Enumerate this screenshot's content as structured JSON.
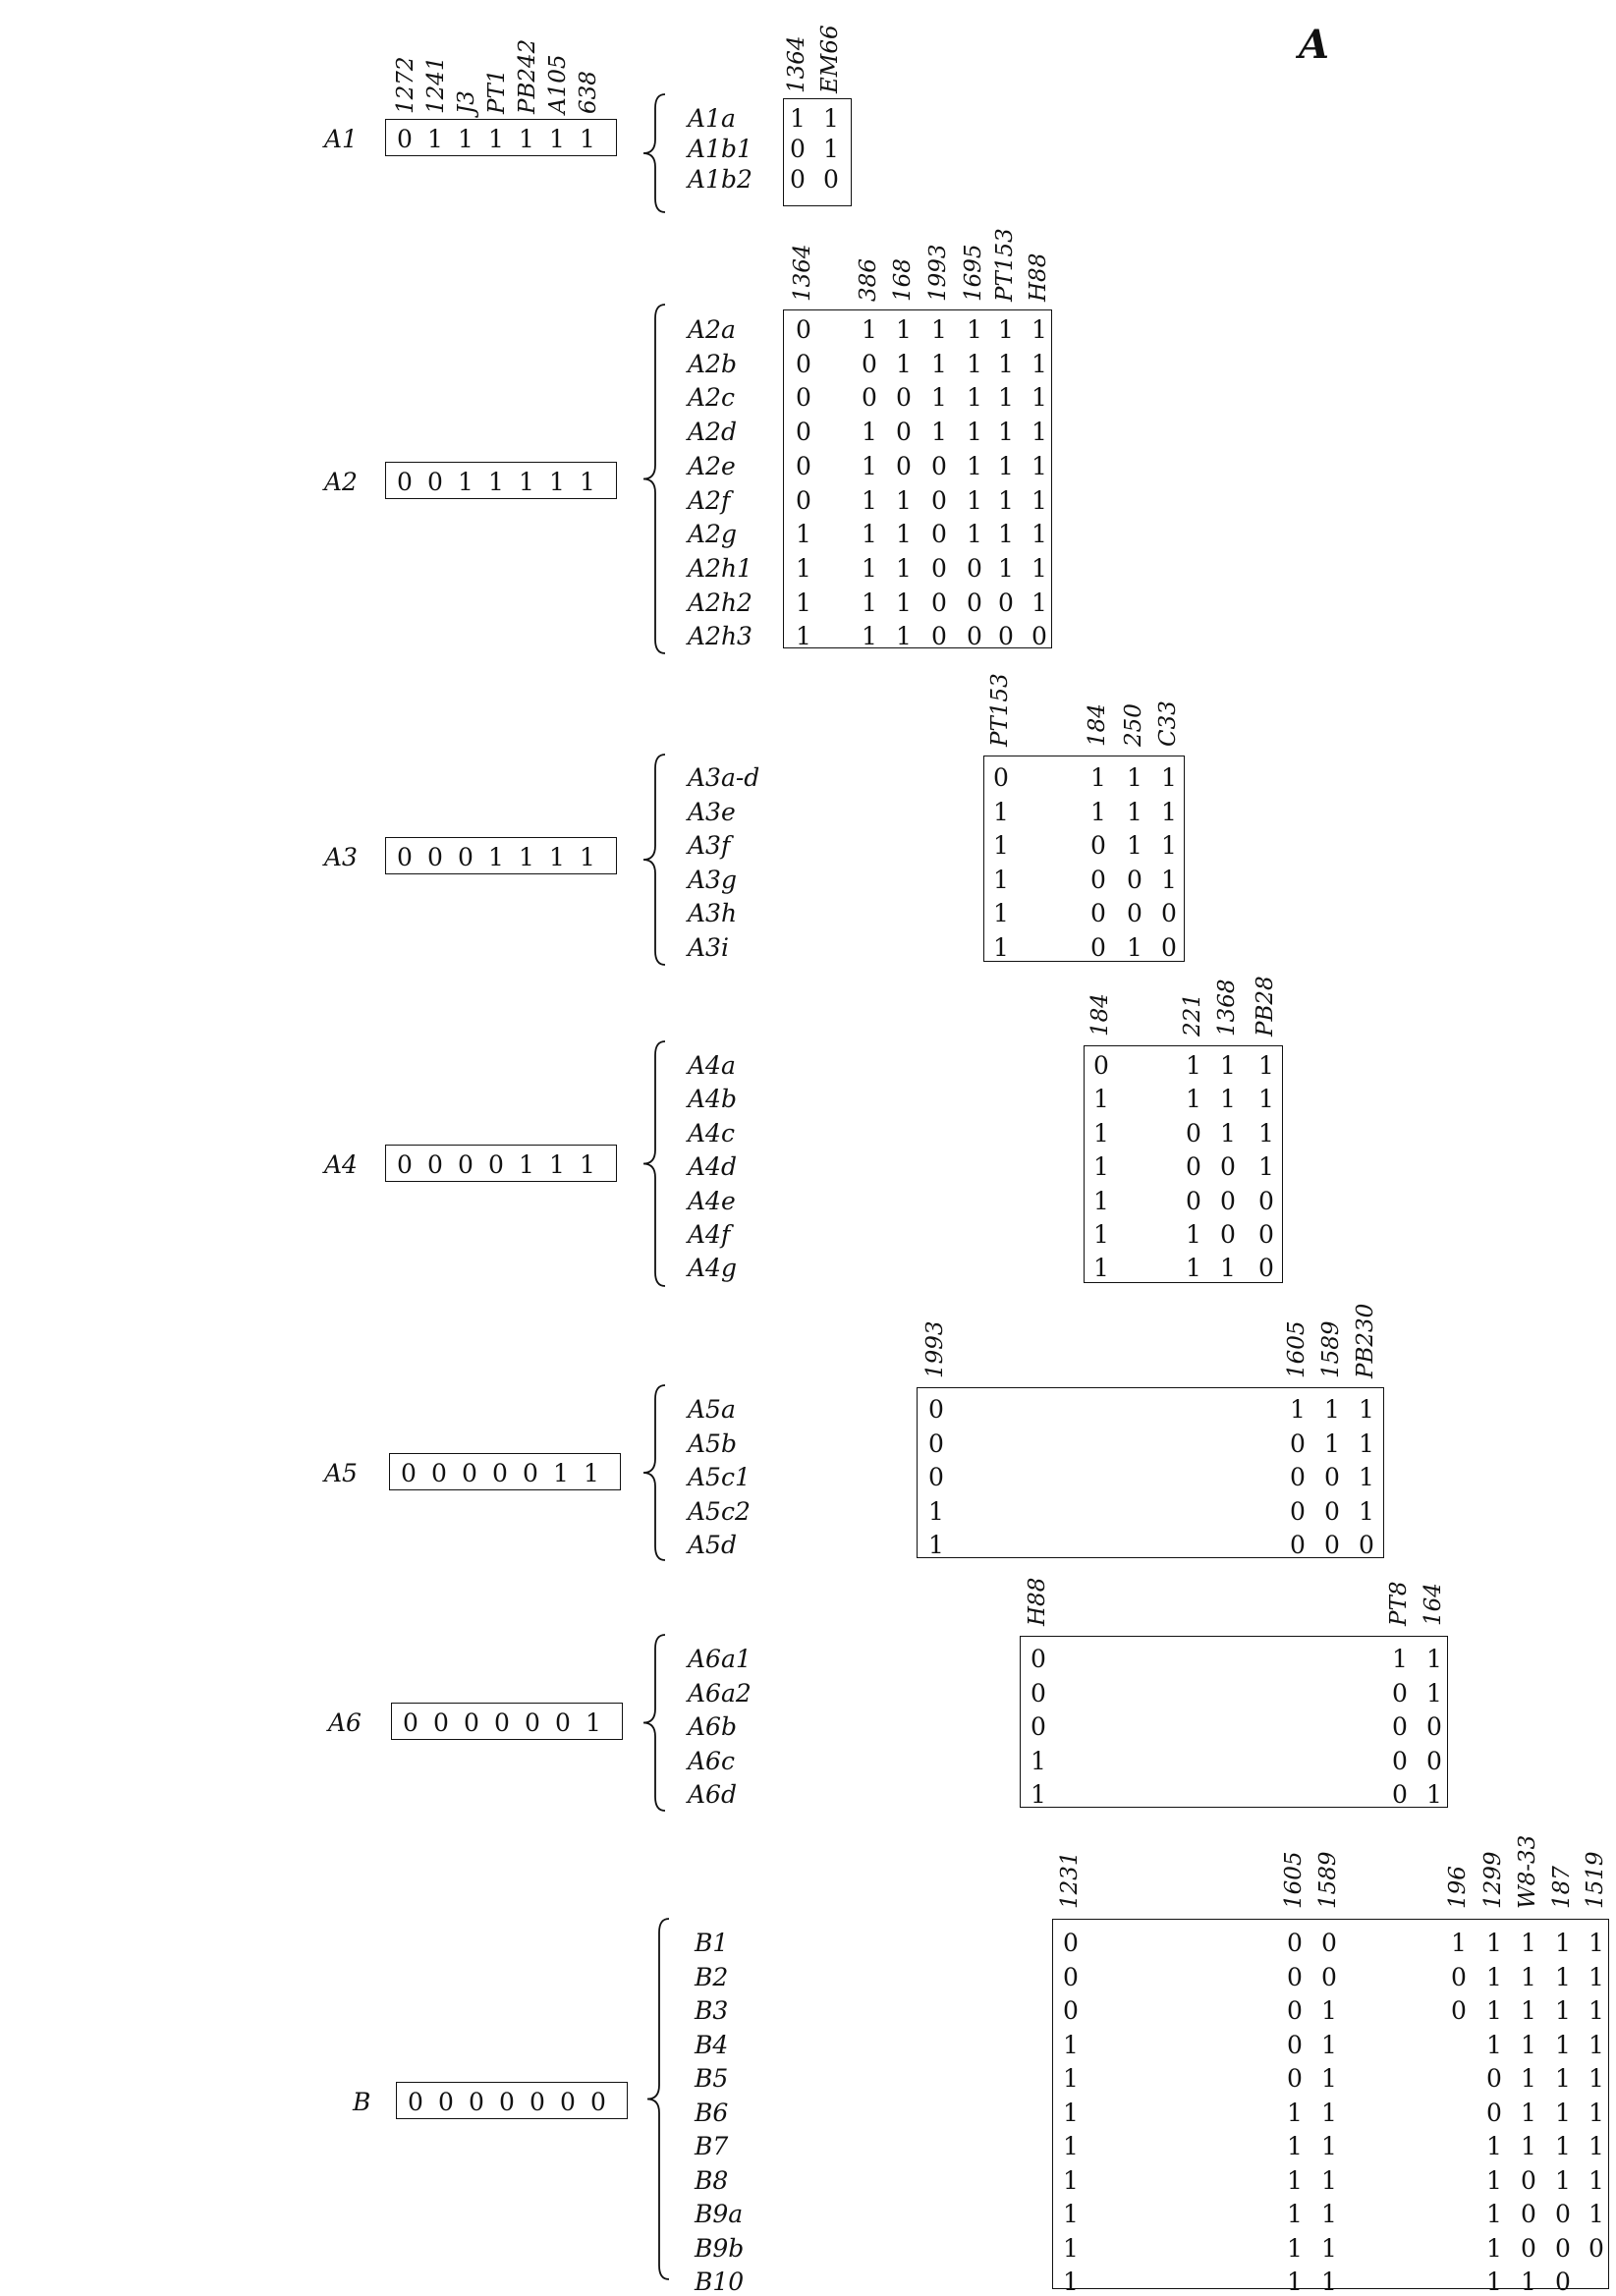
{
  "figure_letter": "A",
  "groups": [
    {
      "id": "A1",
      "parent": {
        "label": "A1",
        "bits": "0111111"
      },
      "parent_columns": [
        "1272",
        "1241",
        "J3",
        "PT1",
        "PB242",
        "A105",
        "638"
      ],
      "columns": [
        "1364",
        "EM66"
      ],
      "rows": [
        {
          "label": "A1a",
          "cells": [
            "1",
            "1"
          ]
        },
        {
          "label": "A1b1",
          "cells": [
            "0",
            "1"
          ]
        },
        {
          "label": "A1b2",
          "cells": [
            "0",
            "0"
          ]
        }
      ]
    },
    {
      "id": "A2",
      "parent": {
        "label": "A2",
        "bits": "0011111"
      },
      "columns": [
        "1364",
        "386",
        "168",
        "1993",
        "1695",
        "PT153",
        "H88"
      ],
      "rows": [
        {
          "label": "A2a",
          "cells": [
            "0",
            "1",
            "1",
            "1",
            "1",
            "1",
            "1"
          ]
        },
        {
          "label": "A2b",
          "cells": [
            "0",
            "0",
            "1",
            "1",
            "1",
            "1",
            "1"
          ]
        },
        {
          "label": "A2c",
          "cells": [
            "0",
            "0",
            "0",
            "1",
            "1",
            "1",
            "1"
          ]
        },
        {
          "label": "A2d",
          "cells": [
            "0",
            "1",
            "0",
            "1",
            "1",
            "1",
            "1"
          ]
        },
        {
          "label": "A2e",
          "cells": [
            "0",
            "1",
            "0",
            "0",
            "1",
            "1",
            "1"
          ]
        },
        {
          "label": "A2f",
          "cells": [
            "0",
            "1",
            "1",
            "0",
            "1",
            "1",
            "1"
          ]
        },
        {
          "label": "A2g",
          "cells": [
            "1",
            "1",
            "1",
            "0",
            "1",
            "1",
            "1"
          ]
        },
        {
          "label": "A2h1",
          "cells": [
            "1",
            "1",
            "1",
            "0",
            "0",
            "1",
            "1"
          ]
        },
        {
          "label": "A2h2",
          "cells": [
            "1",
            "1",
            "1",
            "0",
            "0",
            "0",
            "1"
          ]
        },
        {
          "label": "A2h3",
          "cells": [
            "1",
            "1",
            "1",
            "0",
            "0",
            "0",
            "0"
          ]
        }
      ]
    },
    {
      "id": "A3",
      "parent": {
        "label": "A3",
        "bits": "0001111"
      },
      "columns": [
        "PT153",
        "184",
        "250",
        "C33"
      ],
      "rows": [
        {
          "label": "A3a-d",
          "cells": [
            "0",
            "1",
            "1",
            "1"
          ]
        },
        {
          "label": "A3e",
          "cells": [
            "1",
            "1",
            "1",
            "1"
          ]
        },
        {
          "label": "A3f",
          "cells": [
            "1",
            "0",
            "1",
            "1"
          ]
        },
        {
          "label": "A3g",
          "cells": [
            "1",
            "0",
            "0",
            "1"
          ]
        },
        {
          "label": "A3h",
          "cells": [
            "1",
            "0",
            "0",
            "0"
          ]
        },
        {
          "label": "A3i",
          "cells": [
            "1",
            "0",
            "1",
            "0"
          ]
        }
      ]
    },
    {
      "id": "A4",
      "parent": {
        "label": "A4",
        "bits": "0000111"
      },
      "columns": [
        "184",
        "221",
        "1368",
        "PB28"
      ],
      "rows": [
        {
          "label": "A4a",
          "cells": [
            "0",
            "1",
            "1",
            "1"
          ]
        },
        {
          "label": "A4b",
          "cells": [
            "1",
            "1",
            "1",
            "1"
          ]
        },
        {
          "label": "A4c",
          "cells": [
            "1",
            "0",
            "1",
            "1"
          ]
        },
        {
          "label": "A4d",
          "cells": [
            "1",
            "0",
            "0",
            "1"
          ]
        },
        {
          "label": "A4e",
          "cells": [
            "1",
            "0",
            "0",
            "0"
          ]
        },
        {
          "label": "A4f",
          "cells": [
            "1",
            "1",
            "0",
            "0"
          ]
        },
        {
          "label": "A4g",
          "cells": [
            "1",
            "1",
            "1",
            "0"
          ]
        }
      ]
    },
    {
      "id": "A5",
      "parent": {
        "label": "A5",
        "bits": "0000011"
      },
      "columns": [
        "1993",
        "1605",
        "1589",
        "PB230"
      ],
      "rows": [
        {
          "label": "A5a",
          "cells": [
            "0",
            "1",
            "1",
            "1"
          ]
        },
        {
          "label": "A5b",
          "cells": [
            "0",
            "0",
            "1",
            "1"
          ]
        },
        {
          "label": "A5c1",
          "cells": [
            "0",
            "0",
            "0",
            "1"
          ]
        },
        {
          "label": "A5c2",
          "cells": [
            "1",
            "0",
            "0",
            "1"
          ]
        },
        {
          "label": "A5d",
          "cells": [
            "1",
            "0",
            "0",
            "0"
          ]
        }
      ]
    },
    {
      "id": "A6",
      "parent": {
        "label": "A6",
        "bits": "0000001"
      },
      "columns": [
        "H88",
        "PT8",
        "164"
      ],
      "rows": [
        {
          "label": "A6a1",
          "cells": [
            "0",
            "1",
            "1"
          ]
        },
        {
          "label": "A6a2",
          "cells": [
            "0",
            "0",
            "1"
          ]
        },
        {
          "label": "A6b",
          "cells": [
            "0",
            "0",
            "0"
          ]
        },
        {
          "label": "A6c",
          "cells": [
            "1",
            "0",
            "0"
          ]
        },
        {
          "label": "A6d",
          "cells": [
            "1",
            "0",
            "1"
          ]
        }
      ]
    },
    {
      "id": "B",
      "parent": {
        "label": "B",
        "bits": "0000000"
      },
      "columns": [
        "1231",
        "1605",
        "1589",
        "196",
        "1299",
        "W8-33",
        "187",
        "1519"
      ],
      "rows": [
        {
          "label": "B1",
          "cells": [
            "0",
            "0",
            "0",
            "1",
            "1",
            "1",
            "1",
            "1"
          ]
        },
        {
          "label": "B2",
          "cells": [
            "0",
            "0",
            "0",
            "0",
            "1",
            "1",
            "1",
            "1"
          ]
        },
        {
          "label": "B3",
          "cells": [
            "0",
            "0",
            "1",
            "0",
            "1",
            "1",
            "1",
            "1"
          ]
        },
        {
          "label": "B4",
          "cells": [
            "1",
            "0",
            "1",
            "",
            "1",
            "1",
            "1",
            "1"
          ]
        },
        {
          "label": "B5",
          "cells": [
            "1",
            "0",
            "1",
            "",
            "0",
            "1",
            "1",
            "1"
          ]
        },
        {
          "label": "B6",
          "cells": [
            "1",
            "1",
            "1",
            "",
            "0",
            "1",
            "1",
            "1"
          ]
        },
        {
          "label": "B7",
          "cells": [
            "1",
            "1",
            "1",
            "",
            "1",
            "1",
            "1",
            "1"
          ]
        },
        {
          "label": "B8",
          "cells": [
            "1",
            "1",
            "1",
            "",
            "1",
            "0",
            "1",
            "1"
          ]
        },
        {
          "label": "B9a",
          "cells": [
            "1",
            "1",
            "1",
            "",
            "1",
            "0",
            "0",
            "1"
          ]
        },
        {
          "label": "B9b",
          "cells": [
            "1",
            "1",
            "1",
            "",
            "1",
            "0",
            "0",
            "0"
          ]
        },
        {
          "label": "B10",
          "cells": [
            "1",
            "1",
            "1",
            "",
            "1",
            "1",
            "0",
            ""
          ]
        }
      ]
    }
  ]
}
